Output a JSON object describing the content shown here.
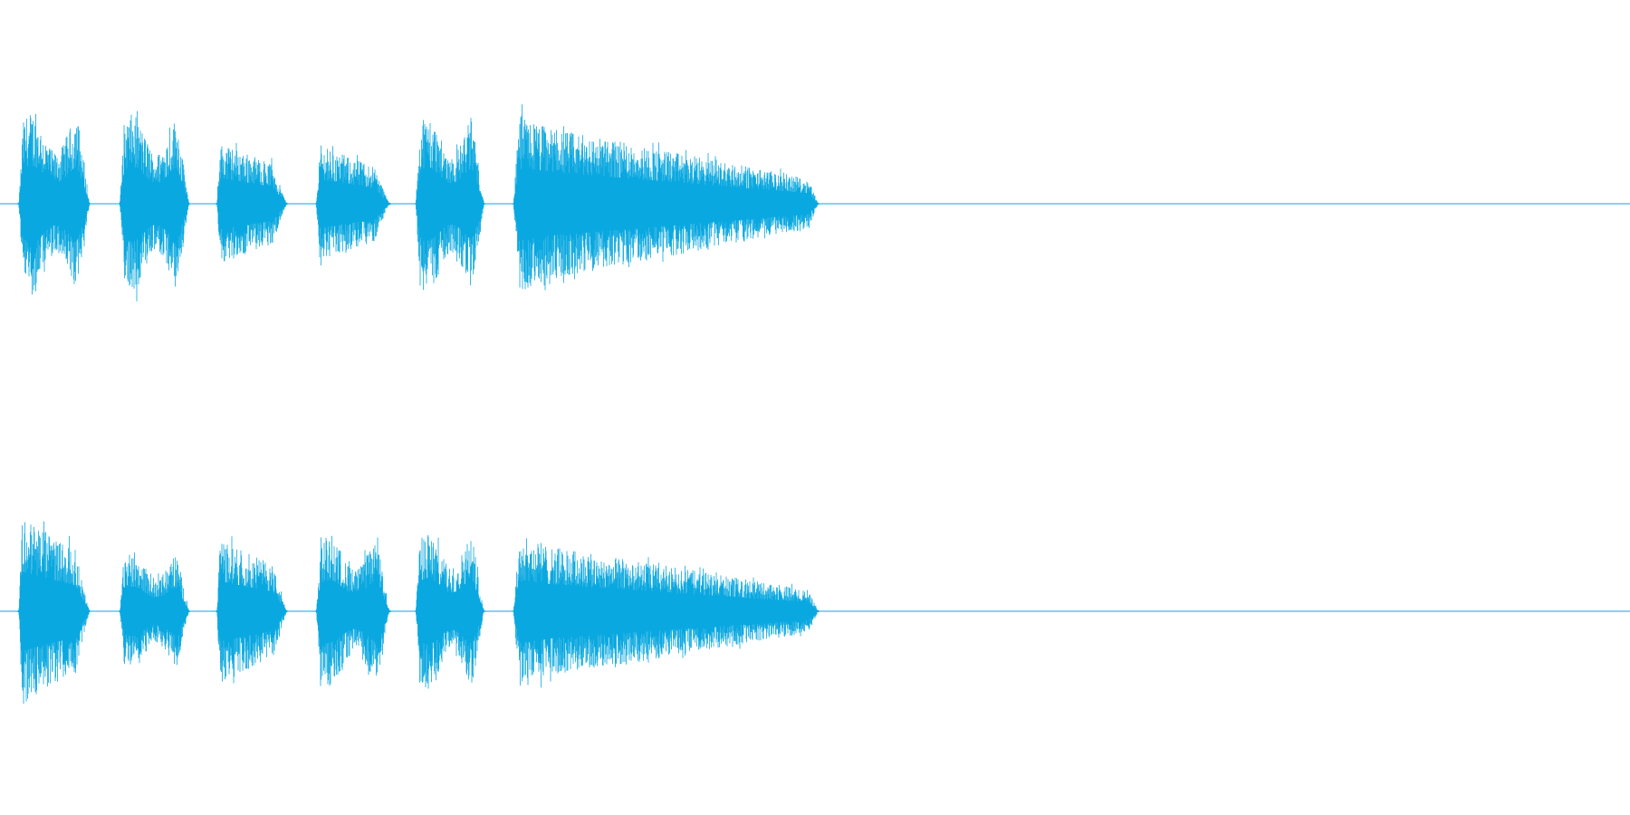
{
  "waveform": {
    "color": "#0aa8e0",
    "background": "#ffffff",
    "channels": [
      {
        "name": "channel-1",
        "bursts": [
          {
            "start": 0.0115,
            "end": 0.055,
            "peak": 0.9,
            "shape": "plateau"
          },
          {
            "start": 0.0735,
            "end": 0.116,
            "peak": 0.88,
            "shape": "plateau"
          },
          {
            "start": 0.133,
            "end": 0.176,
            "peak": 0.62,
            "shape": "decay"
          },
          {
            "start": 0.194,
            "end": 0.239,
            "peak": 0.58,
            "shape": "decay"
          },
          {
            "start": 0.255,
            "end": 0.297,
            "peak": 0.86,
            "shape": "plateau"
          },
          {
            "start": 0.315,
            "end": 0.502,
            "peak": 0.82,
            "shape": "longdecay"
          }
        ]
      },
      {
        "name": "channel-2",
        "bursts": [
          {
            "start": 0.0115,
            "end": 0.055,
            "peak": 0.95,
            "shape": "decay"
          },
          {
            "start": 0.0735,
            "end": 0.116,
            "peak": 0.58,
            "shape": "plateau"
          },
          {
            "start": 0.133,
            "end": 0.176,
            "peak": 0.72,
            "shape": "decay"
          },
          {
            "start": 0.194,
            "end": 0.239,
            "peak": 0.74,
            "shape": "plateau"
          },
          {
            "start": 0.255,
            "end": 0.297,
            "peak": 0.78,
            "shape": "plateau"
          },
          {
            "start": 0.315,
            "end": 0.502,
            "peak": 0.7,
            "shape": "longdecay"
          }
        ]
      }
    ]
  }
}
